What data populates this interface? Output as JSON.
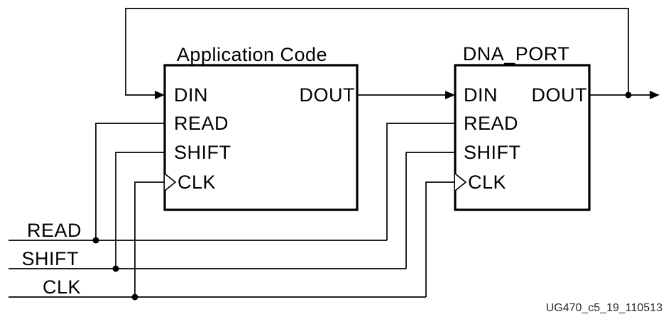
{
  "diagram": {
    "type": "block-diagram",
    "caption": "UG470_c5_19_110513",
    "colors": {
      "ink": "#000000",
      "background": "#ffffff",
      "caption_text": "#2b2b2b"
    },
    "blocks": {
      "app": {
        "title": "Application Code",
        "ports": {
          "din": "DIN",
          "read": "READ",
          "shift": "SHIFT",
          "clk": "CLK",
          "dout": "DOUT"
        }
      },
      "dna": {
        "title": "DNA_PORT",
        "ports": {
          "din": "DIN",
          "read": "READ",
          "shift": "SHIFT",
          "clk": "CLK",
          "dout": "DOUT"
        }
      }
    },
    "bus_labels": {
      "read": "READ",
      "shift": "SHIFT",
      "clk": "CLK"
    },
    "connections_note": "DNA_PORT DOUT feeds back over the top into Application Code DIN; Application Code DOUT drives DNA_PORT DIN; shared READ, SHIFT, CLK buses fan out to both blocks; final DOUT exits to the right."
  }
}
